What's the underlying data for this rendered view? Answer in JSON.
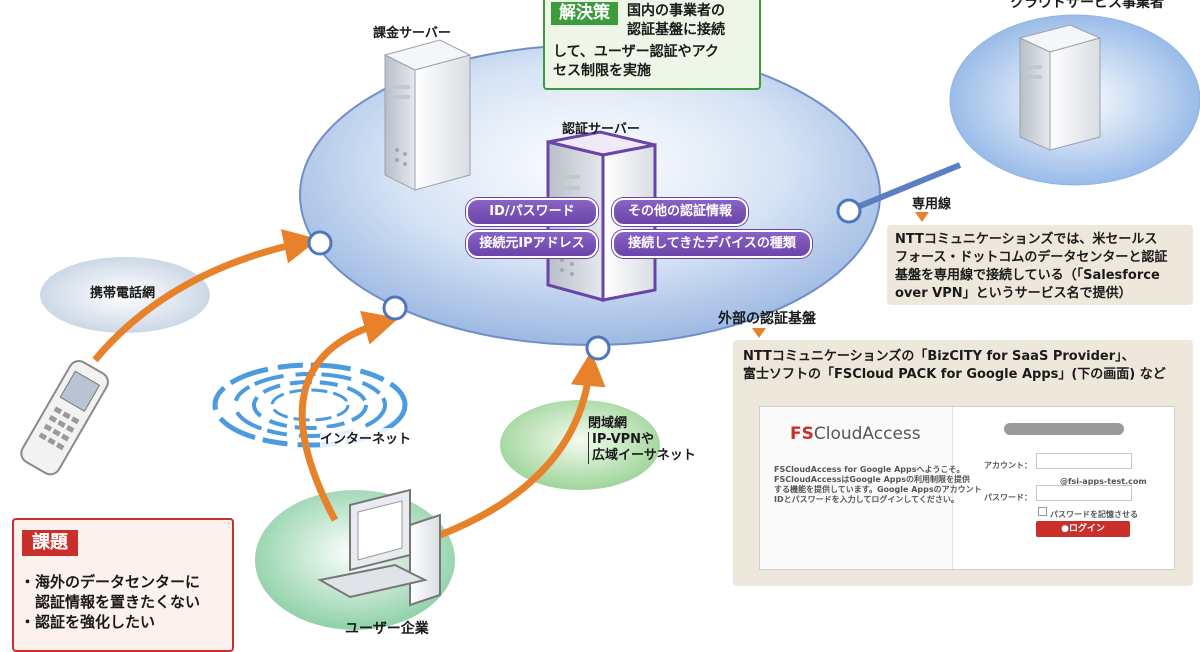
{
  "solution": {
    "tag": "解決策",
    "text": [
      "国内の事業者の",
      "認証基盤に接続",
      "して、ユーザー認証やアク",
      "セス制限を実施"
    ]
  },
  "nodes": {
    "billing_server": "課金サーバー",
    "auth_server": "認証サーバー",
    "cloud_provider": "クラウドサービス事業者",
    "mobile_network": "携帯電話網",
    "internet": "インターネット",
    "closed_network": "閉域網",
    "closed_network_detail": [
      "IP-VPNや",
      "広域イーサネット"
    ],
    "user_side": "ユーザー企業",
    "dedicated_line": "専用線",
    "external_auth": "外部の認証基盤"
  },
  "auth_items": [
    "ID/パスワード",
    "その他の認証情報",
    "接続元IPアドレス",
    "接続してきたデバイスの種類"
  ],
  "ntt_note": [
    "NTTコミュニケーションズでは、米セールス",
    "フォース・ドットコムのデータセンターと認証",
    "基盤を専用線で接続している（「Salesforce",
    "over VPN」というサービス名で提供）"
  ],
  "external_note": [
    "NTTコミュニケーションズの「BizCITY for SaaS Provider」、",
    "富士ソフトの「FSCloud PACK for Google Apps」(下の画面) など"
  ],
  "login_screen": {
    "logo_fs": "FS",
    "logo_rest": "CloudAccess",
    "desc": [
      "FSCloudAccess for Google Appsへようこそ。",
      "FSCloudAccessはGoogle Appsの利用制限を提供",
      "する機能を提供しています。Google Appsのアカウント",
      "IDとパスワードを入力してログインしてください。"
    ],
    "account_label": "アカウント：",
    "password_label": "パスワード：",
    "domain_hint": "@fsi-apps-test.com",
    "remember": "パスワードを記憶させる",
    "login_button": "ログイン"
  },
  "issue": {
    "tag": "課題",
    "items": [
      "・海外のデータセンターに",
      "　認証情報を置きたくない",
      "・認証を強化したい"
    ]
  },
  "colors": {
    "orange": "#e8822a",
    "purple": "#6a44a8",
    "green": "#3d9a3d",
    "red": "#c9302c",
    "note_bg": "#ede8db"
  }
}
